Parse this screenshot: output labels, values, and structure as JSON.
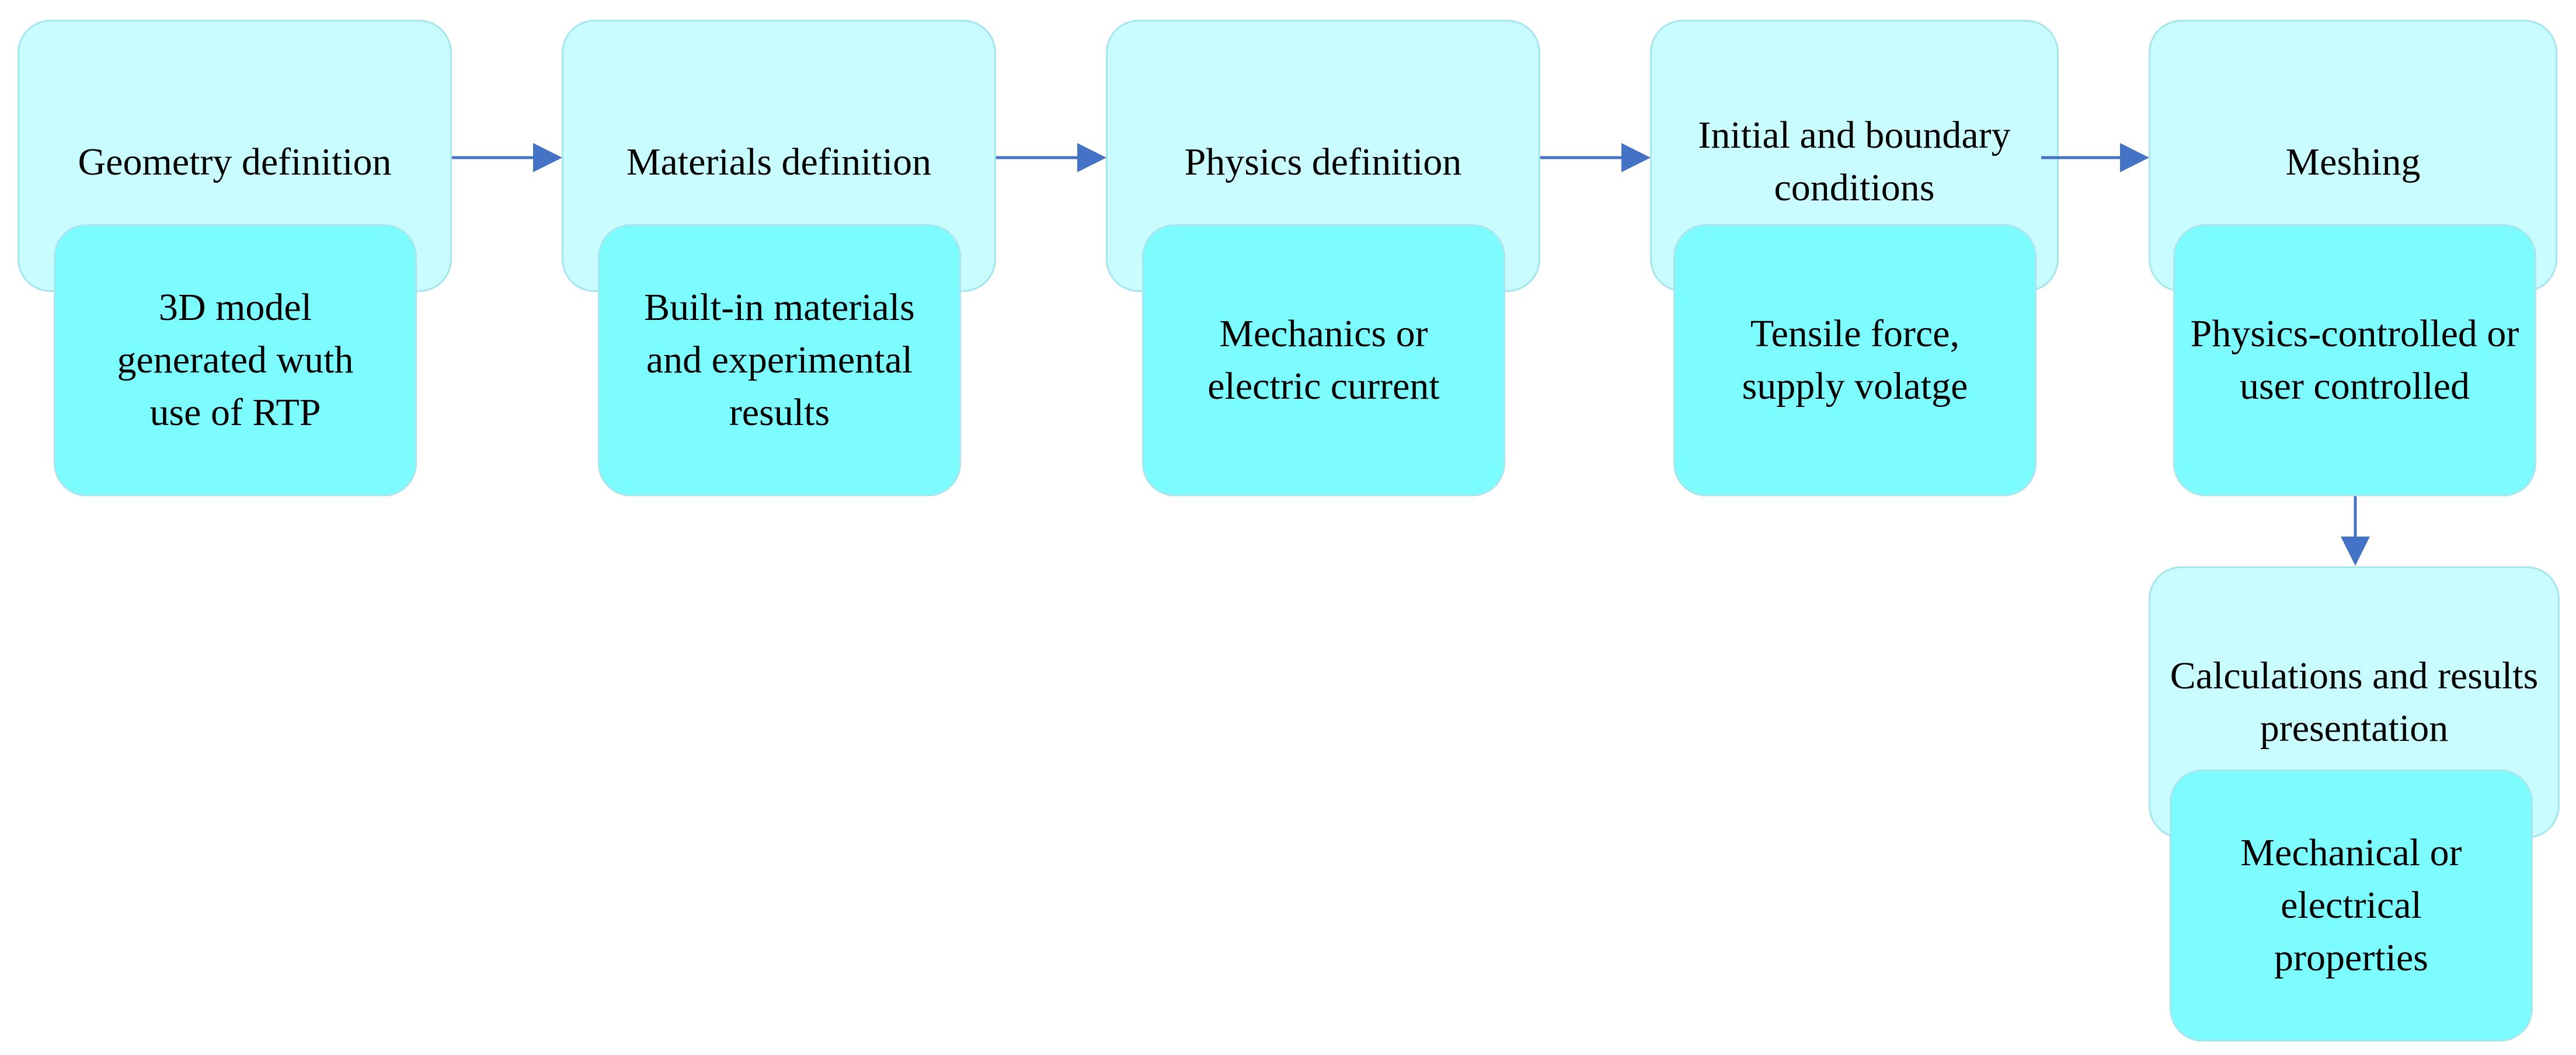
{
  "stages": [
    {
      "id": "geometry",
      "title": "Geometry definition",
      "detail": "3D model generated wuth use of RTP"
    },
    {
      "id": "materials",
      "title": "Materials definition",
      "detail": "Built-in materials and experimental results"
    },
    {
      "id": "physics",
      "title": "Physics definition",
      "detail": "Mechanics or electric current"
    },
    {
      "id": "conditions",
      "title": "Initial and boundary conditions",
      "detail": "Tensile force, supply volatge"
    },
    {
      "id": "meshing",
      "title": "Meshing",
      "detail": "Physics-controlled or user controlled"
    },
    {
      "id": "calculations",
      "title": "Calculations and results presentation",
      "detail": "Mechanical or electrical properties"
    }
  ],
  "colors": {
    "stage_fill": "#c8fcff",
    "detail_fill": "#7dfcff",
    "border": "#a6e6ec",
    "arrow": "#4472c4"
  }
}
